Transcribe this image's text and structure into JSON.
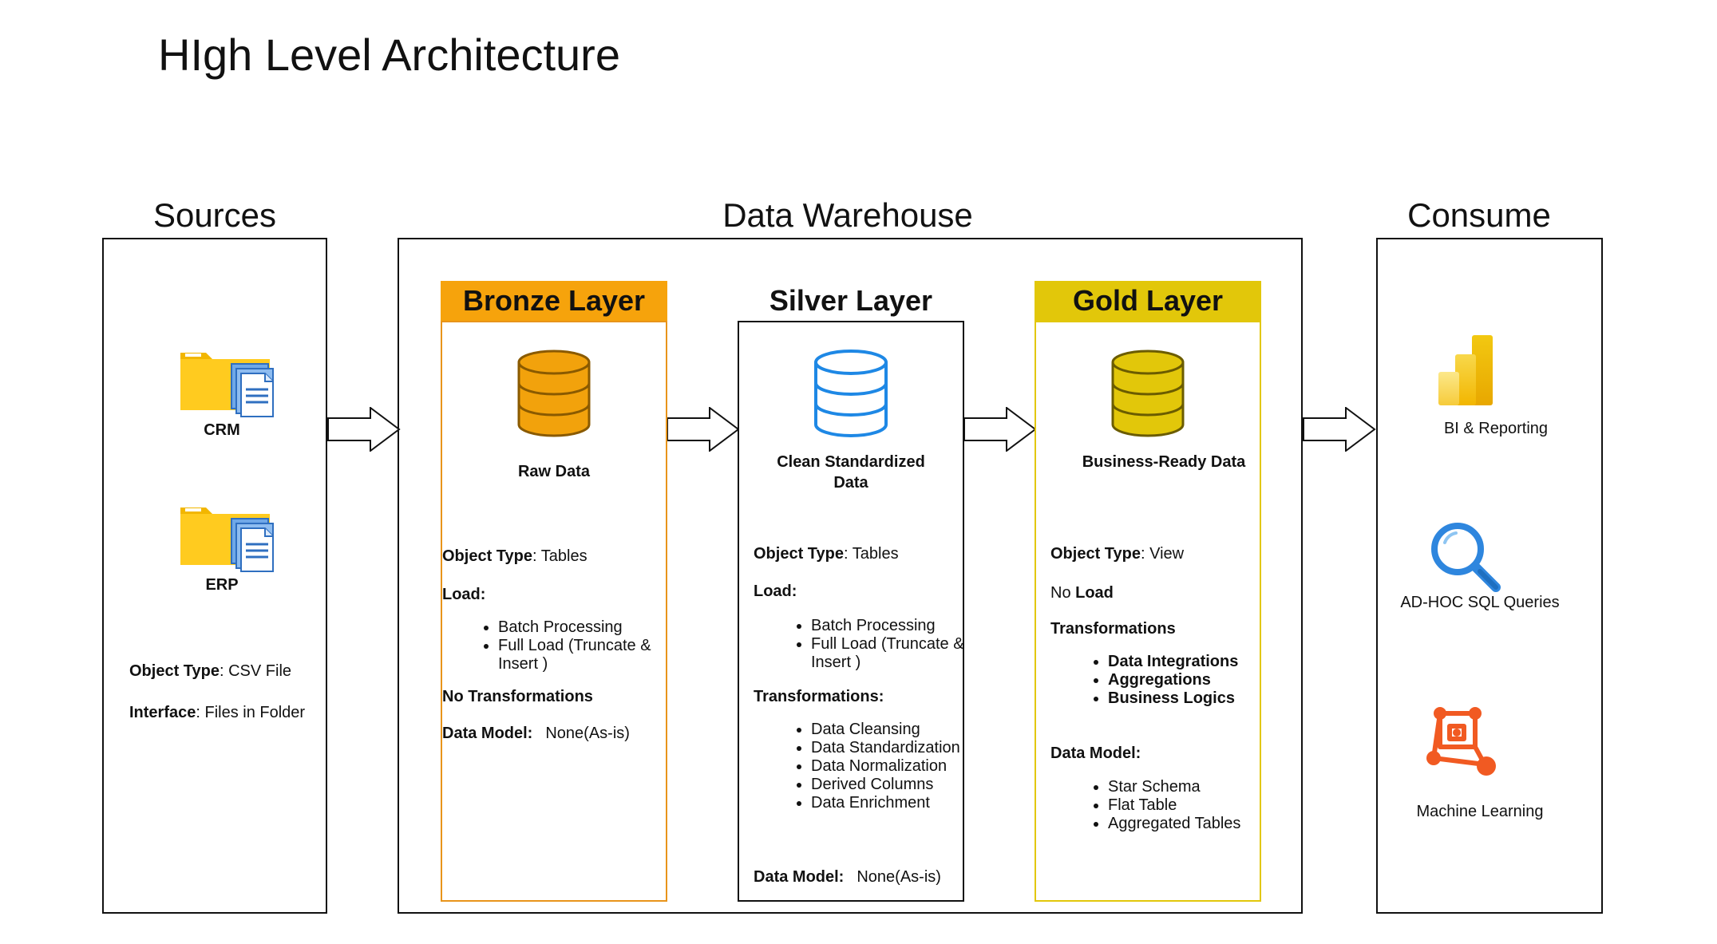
{
  "title": "HIgh Level Architecture",
  "sections": {
    "sources": "Sources",
    "warehouse": "Data Warehouse",
    "consume": "Consume"
  },
  "sources": {
    "items": [
      {
        "label": "CRM",
        "icon": "folder-documents-icon"
      },
      {
        "label": "ERP",
        "icon": "folder-documents-icon"
      }
    ],
    "object_type_label": "Object Type",
    "object_type_value": ": CSV File",
    "interface_label": "Interface",
    "interface_value": ": Files in Folder"
  },
  "bronze": {
    "title": "Bronze Layer",
    "color": "#F6A30C",
    "border": "#E8941A",
    "icon": "database-icon",
    "caption": "Raw Data",
    "object_type_label": "Object Type",
    "object_type_value": ": Tables",
    "load_label": "Load:",
    "load_items": [
      "Batch Processing",
      "Full Load (Truncate & Insert )"
    ],
    "transformations": "No Transformations",
    "data_model_label": "Data Model:",
    "data_model_value": "None(As-is)"
  },
  "silver": {
    "title": "Silver Layer",
    "color": "#FFFFFF",
    "border": "#111111",
    "icon": "database-icon",
    "caption": "Clean Standardized Data",
    "object_type_label": "Object Type",
    "object_type_value": ": Tables",
    "load_label": "Load:",
    "load_items": [
      "Batch Processing",
      "Full Load (Truncate & Insert )"
    ],
    "transformations_label": "Transformations:",
    "transformation_items": [
      "Data Cleansing",
      "Data Standardization",
      "Data Normalization",
      "Derived Columns",
      "Data Enrichment"
    ],
    "data_model_label": "Data Model:",
    "data_model_value": "None(As-is)"
  },
  "gold": {
    "title": "Gold Layer",
    "color": "#E2C70A",
    "border": "#E2C70A",
    "icon": "database-icon",
    "caption": "Business-Ready Data",
    "object_type_label": "Object Type",
    "object_type_value": ": View",
    "load_prefix": "No ",
    "load_label": "Load",
    "transformations_label": "Transformations",
    "transformation_items": [
      "Data Integrations",
      "Aggregations",
      "Business Logics"
    ],
    "data_model_label": "Data Model:",
    "data_model_items": [
      "Star Schema",
      "Flat Table",
      "Aggregated Tables"
    ]
  },
  "consume": {
    "items": [
      {
        "label": "BI & Reporting",
        "icon": "power-bi-icon"
      },
      {
        "label": "AD-HOC SQL Queries",
        "icon": "magnifier-icon"
      },
      {
        "label": "Machine Learning",
        "icon": "machine-learning-icon"
      }
    ]
  }
}
